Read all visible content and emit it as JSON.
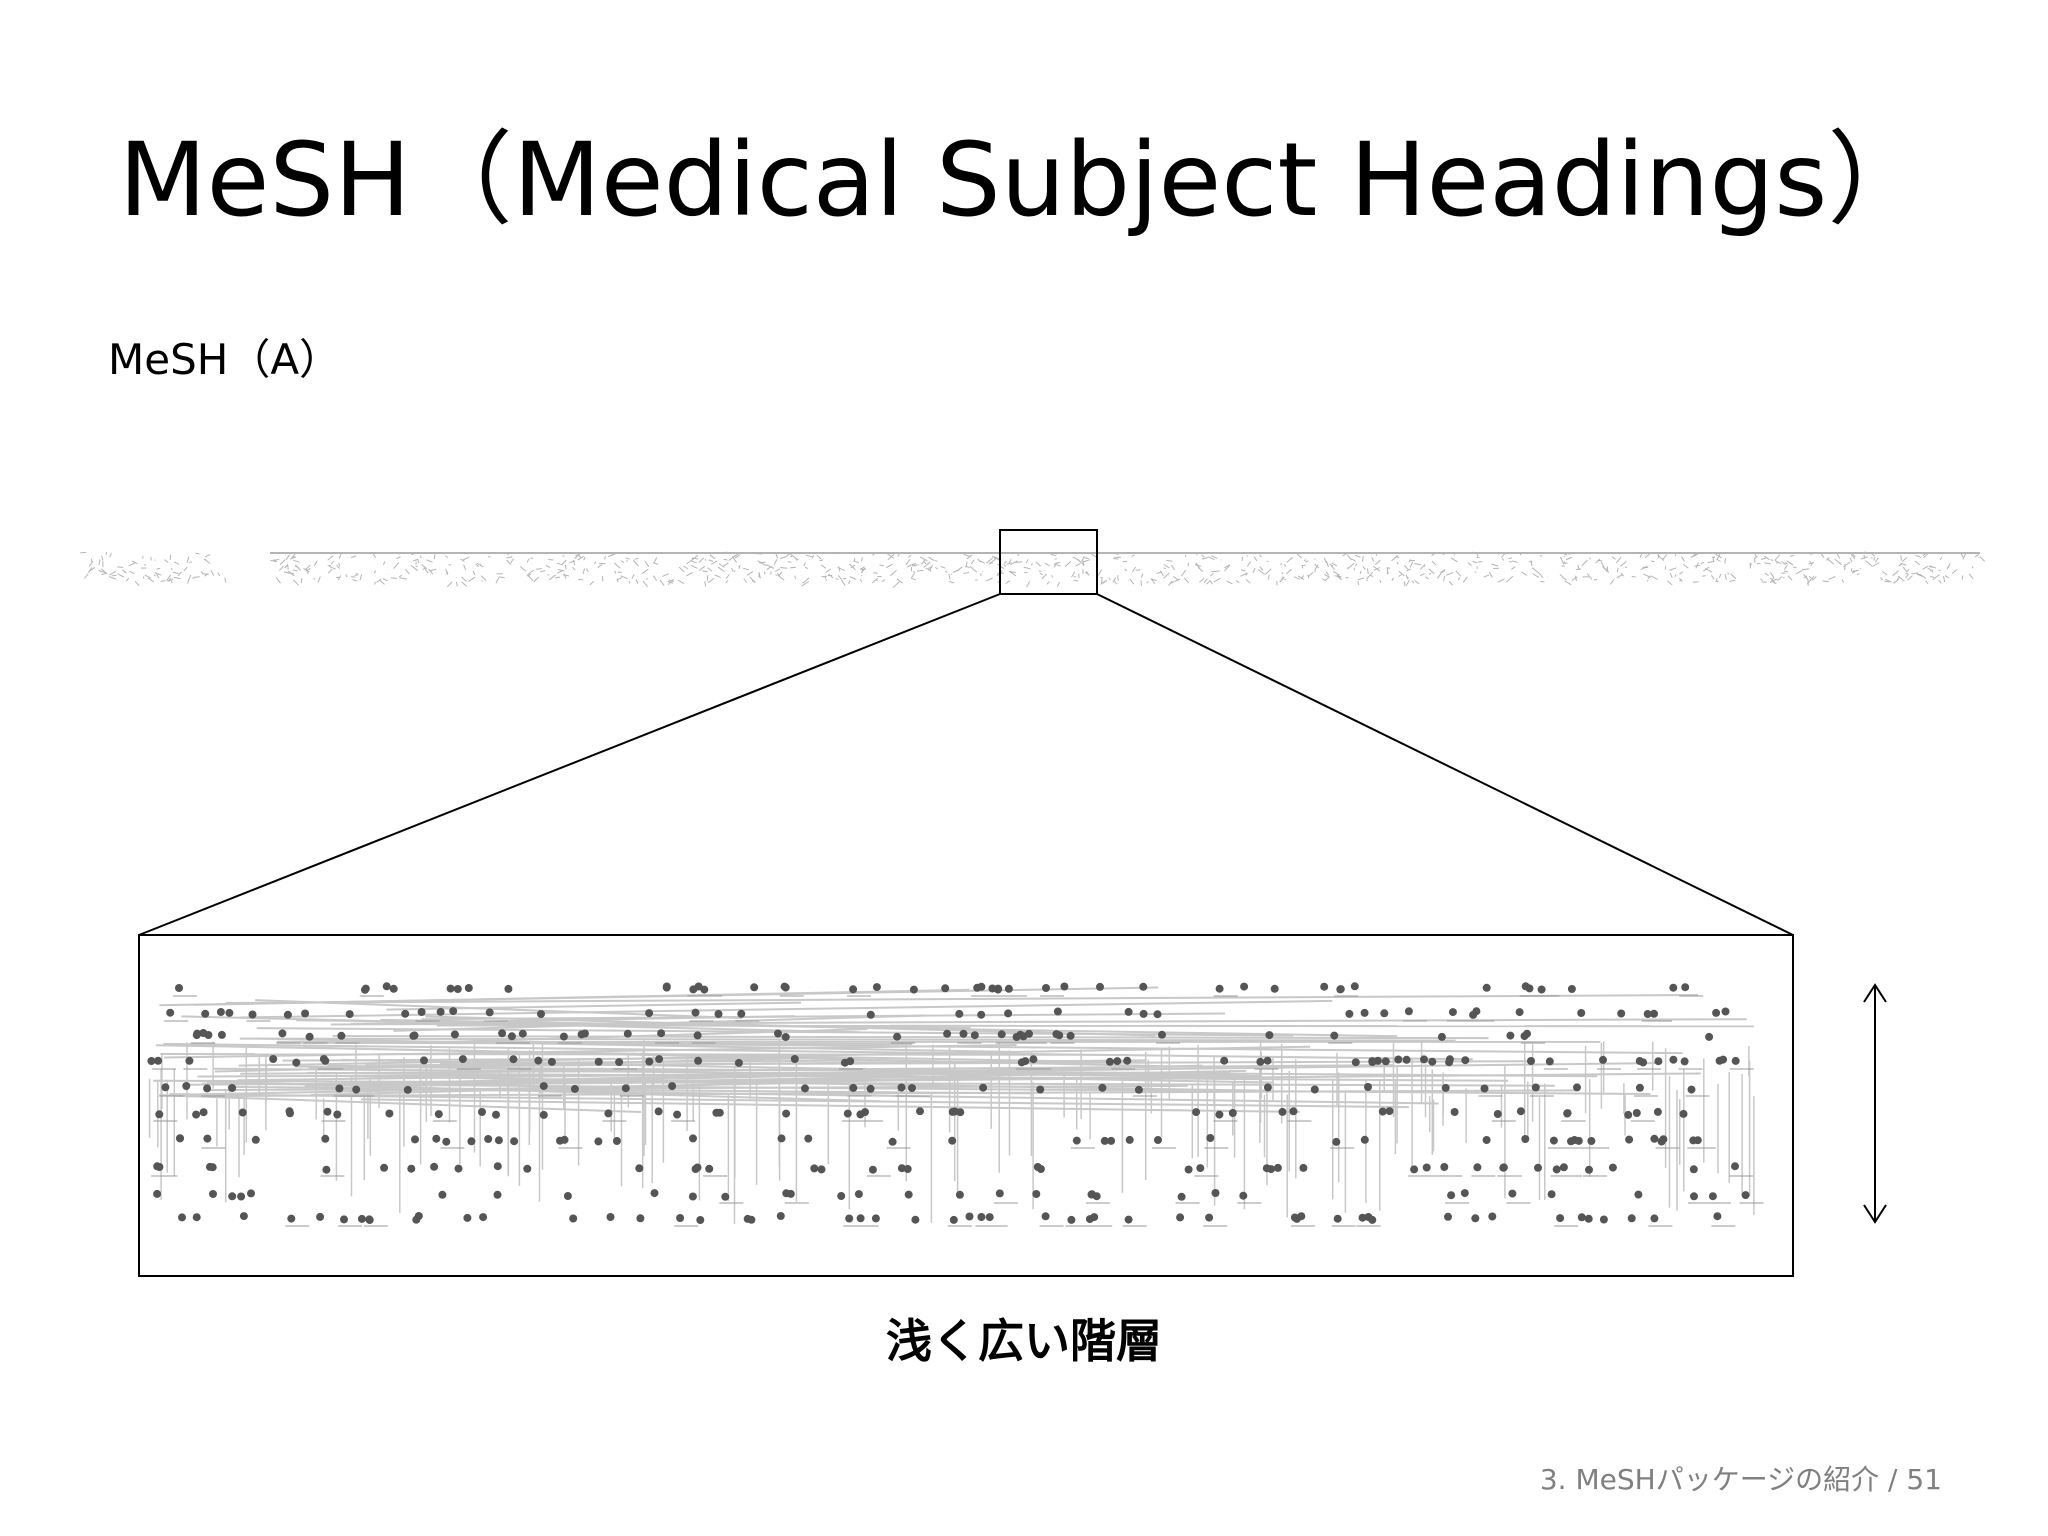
{
  "slide": {
    "title": "MeSH（Medical Subject Headings）",
    "subtitle": "MeSH（A）",
    "caption": "浅く広い階層",
    "footer": "3. MeSHパッケージの紹介 / 51"
  },
  "figure": {
    "overview_label": "",
    "zoom_label": "",
    "colors": {
      "frame": "#000000",
      "edge": "#c8c8c8",
      "node": "#555555",
      "overview": "#b4b4b4"
    },
    "icons": [
      "double-headed-vertical-arrow-icon"
    ]
  }
}
